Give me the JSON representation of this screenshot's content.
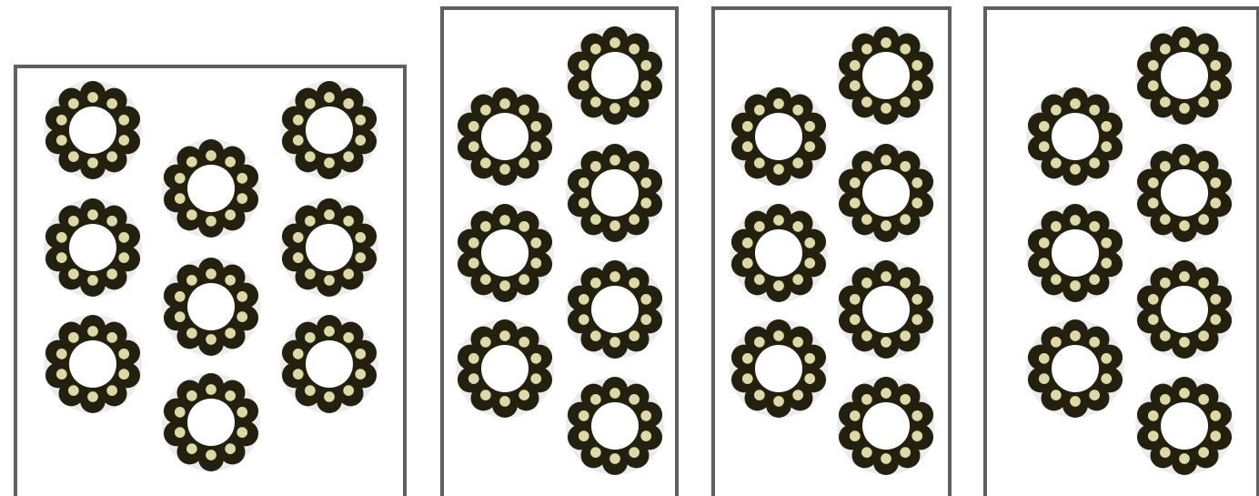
{
  "colors": {
    "page_background": "#ffffff",
    "panel_fill": "#ffffff",
    "panel_border": "#5f5f5f",
    "ring_dark": "#24200f",
    "ring_bead": "#dcd8a8",
    "ring_halo": "#c8c8c8"
  },
  "ring": {
    "bead_count": 10,
    "icon": "beaded-ring-icon"
  },
  "panels": [
    {
      "name": "arrangement-1",
      "columns": [
        {
          "count": 3,
          "offset": "top"
        },
        {
          "count": 3,
          "offset": "staggered"
        },
        {
          "count": 3,
          "offset": "top"
        }
      ],
      "ring_count": 9
    },
    {
      "name": "arrangement-2",
      "columns": [
        {
          "count": 3,
          "offset": "staggered"
        },
        {
          "count": 4,
          "offset": "top"
        }
      ],
      "ring_count": 7
    },
    {
      "name": "arrangement-3",
      "columns": [
        {
          "count": 3,
          "offset": "staggered"
        },
        {
          "count": 4,
          "offset": "top"
        }
      ],
      "ring_count": 7
    },
    {
      "name": "arrangement-4",
      "columns": [
        {
          "count": 3,
          "offset": "staggered"
        },
        {
          "count": 4,
          "offset": "top"
        }
      ],
      "ring_count": 7
    }
  ]
}
